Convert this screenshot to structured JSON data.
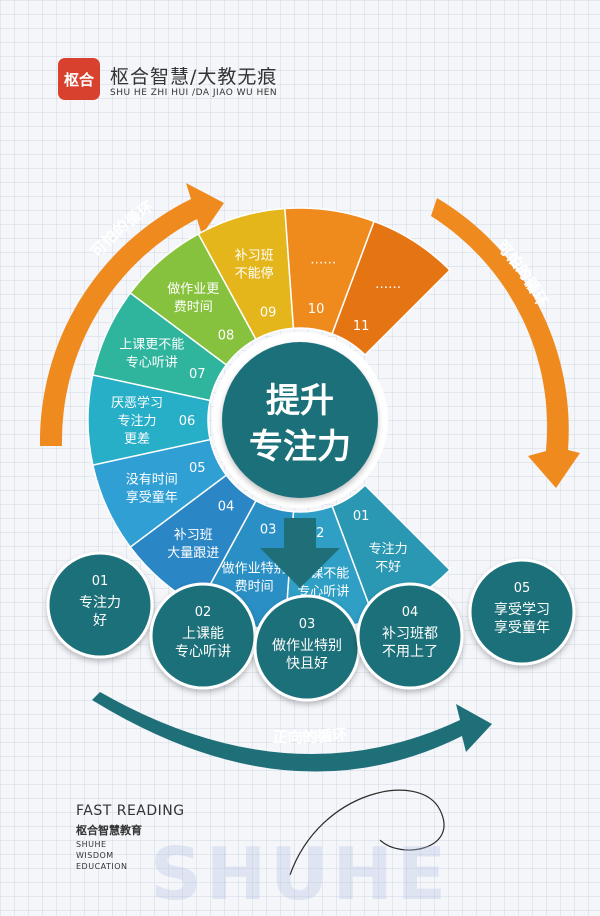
{
  "brand": {
    "logo_text": "枢合",
    "name": "枢合智慧/大教无痕",
    "subtitle": "SHU HE ZHI HUI /DA JIAO WU HEN"
  },
  "labels": {
    "left_arrow": "可怕的循环",
    "right_arrow": "可怕的循环",
    "bottom_arrow": "正向的循环"
  },
  "center": {
    "line1": "提升",
    "line2": "专注力"
  },
  "segments": [
    {
      "num": "01",
      "lines": [
        "专注力",
        "不好"
      ],
      "color": "#2a97b3"
    },
    {
      "num": "02",
      "lines": [
        "上课不能",
        "专心听讲"
      ],
      "color": "#2f9fc6"
    },
    {
      "num": "03",
      "lines": [
        "做作业特别",
        "费时间"
      ],
      "color": "#2a8fc4"
    },
    {
      "num": "04",
      "lines": [
        "补习班",
        "大量跟进"
      ],
      "color": "#2b86c6"
    },
    {
      "num": "05",
      "lines": [
        "没有时间",
        "享受童年"
      ],
      "color": "#2f9fd4"
    },
    {
      "num": "06",
      "lines": [
        "厌恶学习",
        "专注力",
        "更差"
      ],
      "color": "#27afc8"
    },
    {
      "num": "07",
      "lines": [
        "上课更不能",
        "专心听讲"
      ],
      "color": "#2fb49e"
    },
    {
      "num": "08",
      "lines": [
        "做作业更",
        "费时间"
      ],
      "color": "#86c23d"
    },
    {
      "num": "09",
      "lines": [
        "补习班",
        "不能停"
      ],
      "color": "#e4b61b"
    },
    {
      "num": "10",
      "lines": [
        "……"
      ],
      "color": "#ee8b1c"
    },
    {
      "num": "11",
      "lines": [
        "……"
      ],
      "color": "#e57413"
    }
  ],
  "positive_steps": [
    {
      "num": "01",
      "lines": [
        "专注力",
        "好"
      ]
    },
    {
      "num": "02",
      "lines": [
        "上课能",
        "专心听讲"
      ]
    },
    {
      "num": "03",
      "lines": [
        "做作业特别",
        "快且好"
      ]
    },
    {
      "num": "04",
      "lines": [
        "补习班都",
        "不用上了"
      ]
    },
    {
      "num": "05",
      "lines": [
        "享受学习",
        "享受童年"
      ]
    }
  ],
  "colors": {
    "teal_dark": "#1d6f7a",
    "orange_arrow": "#ef8a1f",
    "text_dark": "#333333",
    "logo_red": "#d8412d"
  },
  "footer": {
    "title": "FAST READING",
    "subtitle": "枢合智慧教育",
    "en": [
      "SHUHE",
      "WISDOM",
      "EDUCATION"
    ],
    "watermark": "SHUHE"
  }
}
